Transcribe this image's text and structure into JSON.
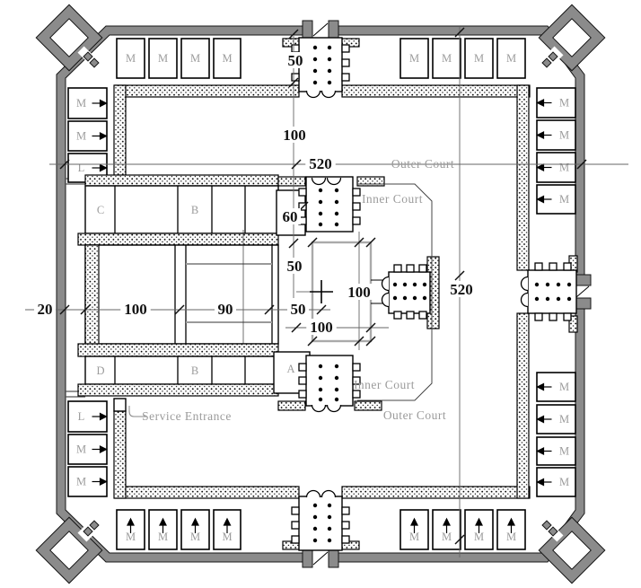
{
  "plan": {
    "court_labels": {
      "outer_top": "Outer Court",
      "inner_top": "Inner Court",
      "inner_bottom": "Inner Court",
      "outer_bottom": "Outer Court"
    },
    "service_entrance_label": "Service Entrance",
    "temple_rooms": {
      "north": [
        "C",
        "B"
      ],
      "south": [
        "D",
        "B"
      ],
      "annex": "A",
      "antechamber_dim": "60"
    },
    "dimensions": {
      "north_gate_depth": "50",
      "north_court_depth": "100",
      "outer_court_width": "520",
      "outer_court_height": "520",
      "antechamber": "60",
      "shrine_front_gap": "50",
      "west_gap": "20",
      "sanctum_width": "100",
      "hall_width": "90",
      "front_width": "50",
      "court_square_width": "100",
      "court_square_height": "100"
    },
    "room_groups": [
      {
        "id": "top-left",
        "arrow": "none",
        "rooms": [
          "M",
          "M",
          "M",
          "M"
        ]
      },
      {
        "id": "top-right",
        "arrow": "none",
        "rooms": [
          "M",
          "M",
          "M",
          "M"
        ]
      },
      {
        "id": "left-upper",
        "arrow": "right",
        "rooms": [
          "M",
          "M",
          "L"
        ]
      },
      {
        "id": "left-lower",
        "arrow": "right",
        "rooms": [
          "L",
          "M",
          "M"
        ]
      },
      {
        "id": "right-upper",
        "arrow": "left",
        "rooms": [
          "M",
          "M",
          "M",
          "M"
        ]
      },
      {
        "id": "right-lower",
        "arrow": "left",
        "rooms": [
          "M",
          "M",
          "M",
          "M"
        ]
      },
      {
        "id": "bottom-left",
        "arrow": "up",
        "rooms": [
          "M",
          "M",
          "M",
          "M"
        ]
      },
      {
        "id": "bottom-right",
        "arrow": "up",
        "rooms": [
          "M",
          "M",
          "M",
          "M"
        ]
      }
    ],
    "colors": {
      "wall_gray": "#8b8b8b",
      "dimension_navy": "#1e3a7a",
      "label_gray": "#9b9b9b",
      "line_gray": "#666666"
    }
  }
}
